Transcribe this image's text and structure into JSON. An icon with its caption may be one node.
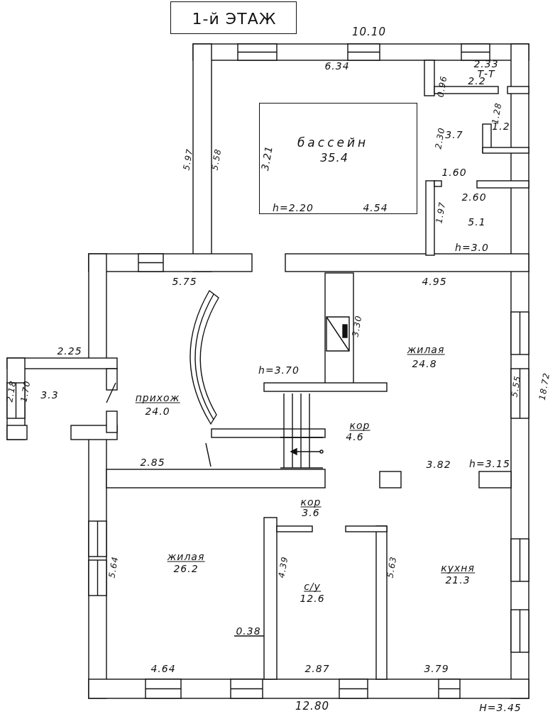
{
  "diagram": {
    "nodes": [
      {
        "text": [
          "1-й ЭТАЖ"
        ]
      },
      {
        "text": [
          "бассейн",
          "35.4",
          "3.21",
          "h=2.20",
          "4.54"
        ]
      }
    ],
    "edges": [],
    "labels": [
      "10.10",
      "6.34",
      "2.33",
      "Т-Т",
      "2.2",
      "0.96",
      "5.97",
      "5.58",
      "2.30",
      "3.7",
      "1.28",
      "1.2",
      "1.60",
      "2.60",
      "1.97",
      "5.1",
      "h=3.0",
      "5.75",
      "4.95",
      "3.30",
      "2.25",
      "жилая",
      "24.8",
      "h=3.70",
      "2.18",
      "1.70",
      "3.3",
      "прихож",
      "5.55",
      "18.72",
      "24.0",
      "кор",
      "4.6",
      "2.85",
      "3.82",
      "h=3.15",
      "кор",
      "3.6",
      "жилая",
      "26.2",
      "5.64",
      "4.39",
      "с/у",
      "12.6",
      "5.63",
      "кухня",
      "21.3",
      "0.38",
      "4.64",
      "2.87",
      "3.79",
      "12.80",
      "H=3.45"
    ]
  }
}
